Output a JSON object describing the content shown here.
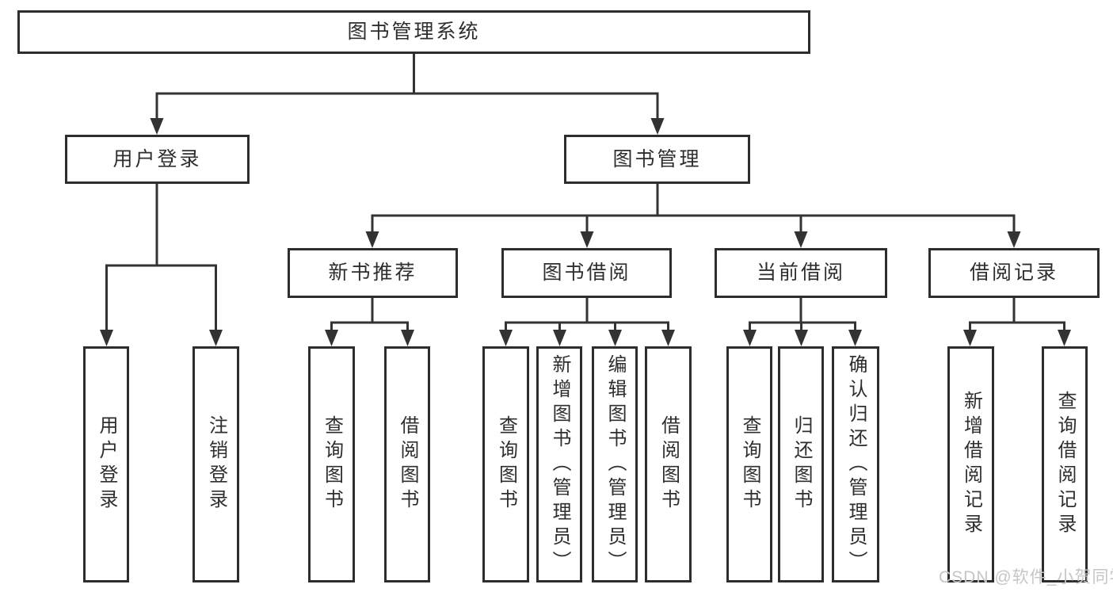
{
  "tree": {
    "root": {
      "label": "图书管理系统"
    },
    "login_branch": {
      "label": "用户登录",
      "children": [
        {
          "label": "用户登录"
        },
        {
          "label": "注销登录"
        }
      ]
    },
    "management_branch": {
      "label": "图书管理",
      "sections": [
        {
          "label": "新书推荐",
          "children": [
            {
              "label": "查询图书"
            },
            {
              "label": "借阅图书"
            }
          ]
        },
        {
          "label": "图书借阅",
          "children": [
            {
              "label": "查询图书"
            },
            {
              "label": "新增图书（管理员）"
            },
            {
              "label": "编辑图书（管理员）"
            },
            {
              "label": "借阅图书"
            }
          ]
        },
        {
          "label": "当前借阅",
          "children": [
            {
              "label": "查询图书"
            },
            {
              "label": "归还图书"
            },
            {
              "label": "确认归还（管理员）"
            }
          ]
        },
        {
          "label": "借阅记录",
          "children": [
            {
              "label": "新增借阅记录"
            },
            {
              "label": "查询借阅记录"
            }
          ]
        }
      ]
    }
  },
  "watermark": {
    "text": "CSDN @软件_小贺同学"
  },
  "colors": {
    "line": "#333333",
    "box_border": "#2d2d2d",
    "text": "#2e2e2e",
    "watermark": "#c6c6c6",
    "background": "#ffffff"
  }
}
